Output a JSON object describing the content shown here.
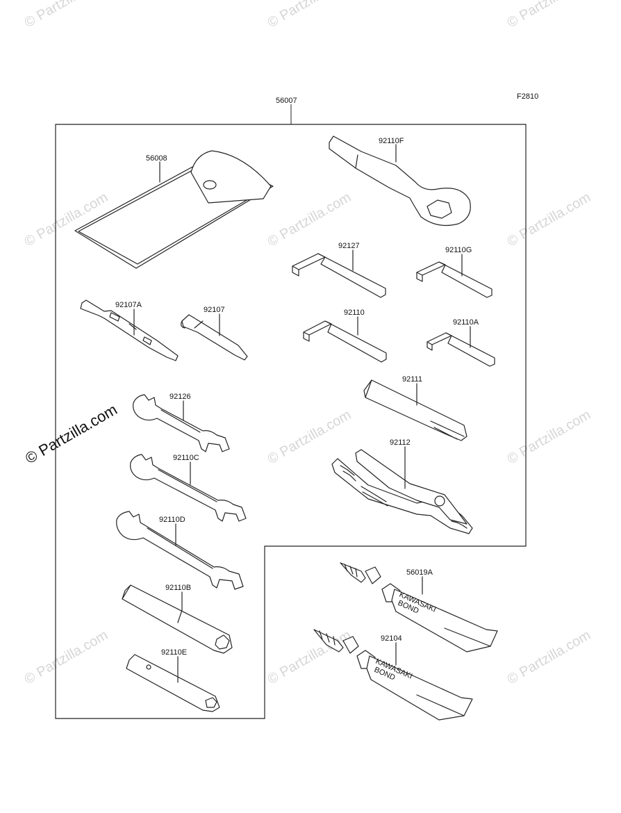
{
  "diagram": {
    "figure_code": "F2810",
    "assembly_part": "56007",
    "parts": {
      "p56008": "56008",
      "p92110F": "92110F",
      "p92127": "92127",
      "p92110G": "92110G",
      "p92107A": "92107A",
      "p92107": "92107",
      "p92110": "92110",
      "p92110A": "92110A",
      "p92111": "92111",
      "p92126": "92126",
      "p92112": "92112",
      "p92110C": "92110C",
      "p92110D": "92110D",
      "p92110B": "92110B",
      "p92110E": "92110E",
      "p56019A": "56019A",
      "p92104": "92104"
    },
    "tube_text": {
      "brand": "KAWASAKI",
      "product": "BOND"
    }
  },
  "watermark": {
    "text": "© Partzilla.com"
  }
}
